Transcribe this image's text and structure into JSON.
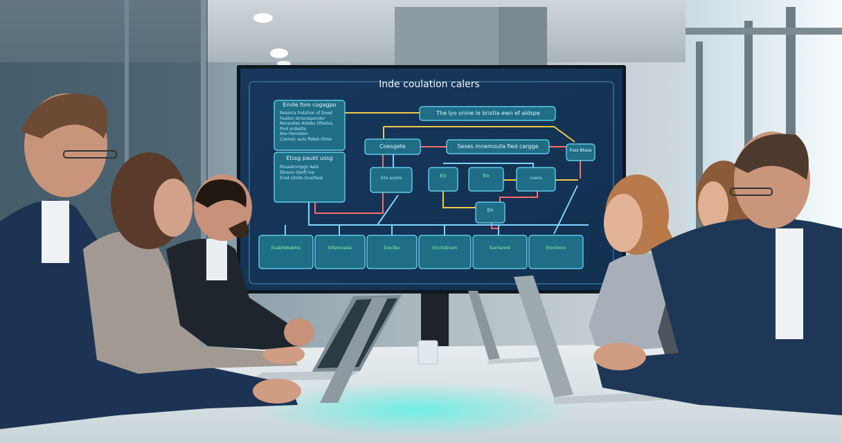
{
  "screen": {
    "title": "Inde coulation calers",
    "top_box": "The lyo onine le bristia ewn ef aldspe",
    "left_panel_1": {
      "title": "Emile fom cogagpo",
      "lines": [
        "Reserca frelation of Doed",
        "Fasilon strionisponder",
        "Renaodas Astabs Ohlatus",
        "Pool ordestis",
        "Ave Hemsilon",
        "Coonsic auts ffaleb Olme"
      ]
    },
    "left_panel_2": {
      "title": "Elssg paukt ussg",
      "lines": [
        "Rosaatnmpgn Aets",
        "Ekresis Osoft Ive",
        "Erad sitoits Gnalfwat"
      ]
    },
    "mid_boxes": [
      "Coesgete",
      "Seses mnemouta fied cargge"
    ],
    "right_small": "Foss Btase",
    "flow_nodes": [
      "Sits aoolie",
      "Eo",
      "Eo",
      "Loens",
      "Eh"
    ],
    "bottom_row": [
      "Eoabhbbabhis",
      "Etfsonnaiss",
      "Ereclbe",
      "Encrtzbnsm",
      "Eachennd",
      "Etontionn"
    ]
  }
}
